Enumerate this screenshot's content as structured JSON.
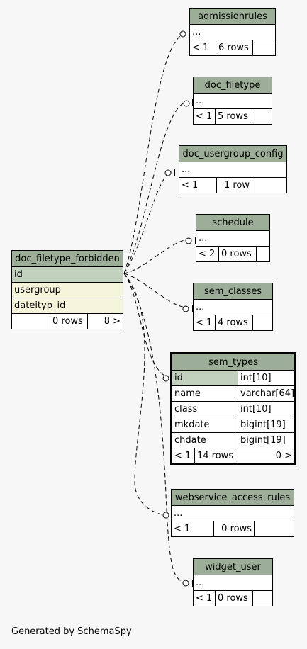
{
  "source_table": {
    "name": "doc_filetype_forbidden",
    "columns": [
      {
        "name": "id",
        "kind": "pk"
      },
      {
        "name": "usergroup",
        "kind": "fk"
      },
      {
        "name": "dateityp_id",
        "kind": "fk"
      }
    ],
    "stats": [
      "",
      "0 rows",
      "8 >"
    ]
  },
  "tables": [
    {
      "name": "admissionrules",
      "ellipsis": "...",
      "stats": [
        "< 1",
        "6 rows",
        ""
      ]
    },
    {
      "name": "doc_filetype",
      "ellipsis": "...",
      "stats": [
        "< 1",
        "5 rows",
        ""
      ]
    },
    {
      "name": "doc_usergroup_config",
      "ellipsis": "...",
      "stats": [
        "< 1",
        "1 row",
        ""
      ]
    },
    {
      "name": "schedule",
      "ellipsis": "...",
      "stats": [
        "< 2",
        "0 rows",
        ""
      ]
    },
    {
      "name": "sem_classes",
      "ellipsis": "...",
      "stats": [
        "< 1",
        "4 rows",
        ""
      ]
    },
    {
      "name": "webservice_access_rules",
      "ellipsis": "...",
      "stats": [
        "< 1",
        "0 rows",
        ""
      ]
    },
    {
      "name": "widget_user",
      "ellipsis": "...",
      "stats": [
        "< 1",
        "0 rows",
        ""
      ]
    }
  ],
  "sem_types": {
    "name": "sem_types",
    "columns": [
      {
        "name": "id",
        "type": "int[10]"
      },
      {
        "name": "name",
        "type": "varchar[64]"
      },
      {
        "name": "class",
        "type": "int[10]"
      },
      {
        "name": "mkdate",
        "type": "bigint[19]"
      },
      {
        "name": "chdate",
        "type": "bigint[19]"
      }
    ],
    "stats": [
      "< 1",
      "14 rows",
      "0 >"
    ]
  },
  "footer": "Generated by SchemaSpy"
}
